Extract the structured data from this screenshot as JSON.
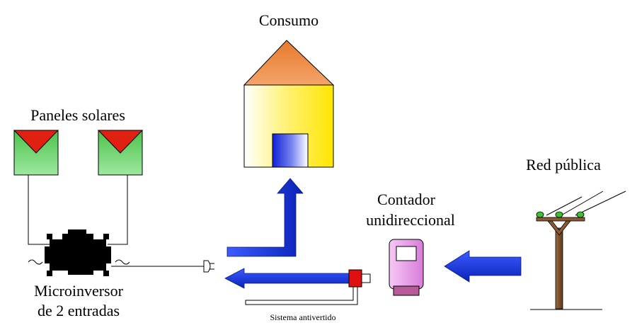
{
  "labels": {
    "consumption": "Consumo",
    "solar_panels": "Paneles solares",
    "microinverter_line1": "Microinversor",
    "microinverter_line2": "de 2 entradas",
    "meter_line1": "Contador",
    "meter_line2": "unidireccional",
    "public_grid": "Red pública",
    "anti_export": "Sistema antivertido"
  },
  "colors": {
    "arrow_blue": "#1f3fd8",
    "roof_orange": "#e07b3a",
    "wall_yellow": "#ffe800",
    "panel_green": "#5ccf5c",
    "panel_red": "#e02010",
    "meter_pink": "#e8a0e8",
    "meter_base": "#b85a98",
    "pole_brown": "#7a5030",
    "insulator_green": "#3ec030",
    "sensor_red": "#e01010"
  }
}
